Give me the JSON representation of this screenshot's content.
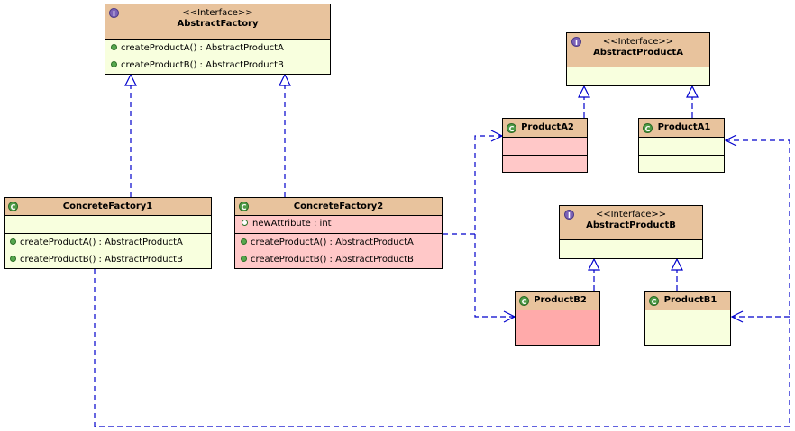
{
  "colors": {
    "header": "#e8c39d",
    "body_default": "#f8ffde",
    "body_highlight": "#ffc8c8",
    "body_highlight_dark": "#ffaaaa",
    "link": "#0000cc"
  },
  "classes": {
    "abstract_factory": {
      "stereotype": "<<Interface>>",
      "name": "AbstractFactory",
      "icon": "interface-icon",
      "methods": [
        "createProductA() : AbstractProductA",
        "createProductB() : AbstractProductB"
      ]
    },
    "concrete_factory1": {
      "name": "ConcreteFactory1",
      "icon": "class-icon",
      "methods": [
        "createProductA() : AbstractProductA",
        "createProductB() : AbstractProductB"
      ]
    },
    "concrete_factory2": {
      "name": "ConcreteFactory2",
      "icon": "class-icon",
      "attributes": [
        "newAttribute : int"
      ],
      "methods": [
        "createProductA() : AbstractProductA",
        "createProductB() : AbstractProductB"
      ]
    },
    "abstract_product_a": {
      "stereotype": "<<Interface>>",
      "name": "AbstractProductA",
      "icon": "interface-icon"
    },
    "product_a2": {
      "name": "ProductA2",
      "icon": "class-icon"
    },
    "product_a1": {
      "name": "ProductA1",
      "icon": "class-icon"
    },
    "abstract_product_b": {
      "stereotype": "<<Interface>>",
      "name": "AbstractProductB",
      "icon": "interface-icon"
    },
    "product_b2": {
      "name": "ProductB2",
      "icon": "class-icon"
    },
    "product_b1": {
      "name": "ProductB1",
      "icon": "class-icon"
    }
  },
  "relations": [
    {
      "type": "realization",
      "from": "ConcreteFactory1",
      "to": "AbstractFactory"
    },
    {
      "type": "realization",
      "from": "ConcreteFactory2",
      "to": "AbstractFactory"
    },
    {
      "type": "realization",
      "from": "ProductA2",
      "to": "AbstractProductA"
    },
    {
      "type": "realization",
      "from": "ProductA1",
      "to": "AbstractProductA"
    },
    {
      "type": "realization",
      "from": "ProductB2",
      "to": "AbstractProductB"
    },
    {
      "type": "realization",
      "from": "ProductB1",
      "to": "AbstractProductB"
    },
    {
      "type": "dependency",
      "from": "ConcreteFactory2",
      "to": "ProductA2"
    },
    {
      "type": "dependency",
      "from": "ConcreteFactory2",
      "to": "ProductB2"
    },
    {
      "type": "dependency",
      "from": "ConcreteFactory1",
      "to": "ProductA1"
    },
    {
      "type": "dependency",
      "from": "ConcreteFactory1",
      "to": "ProductB1"
    }
  ]
}
